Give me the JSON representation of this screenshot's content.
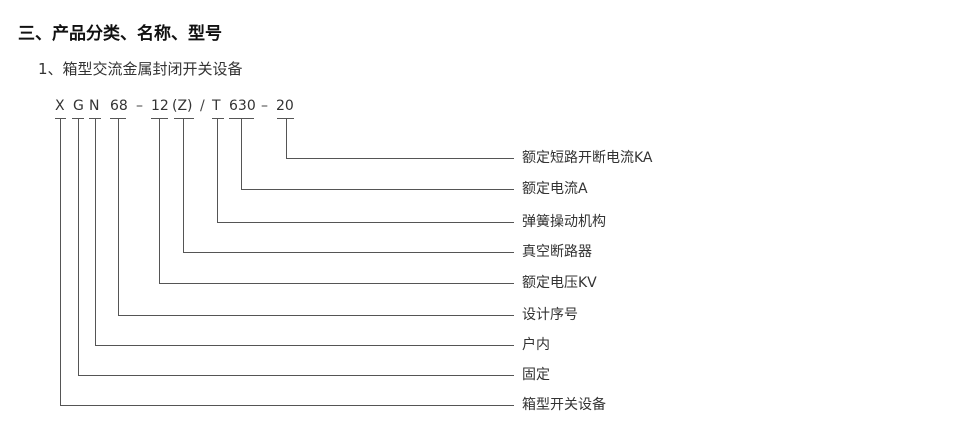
{
  "section_title": "三、产品分类、名称、型号",
  "subsection_title": "1、箱型交流金属封闭开关设备",
  "model_code": {
    "segments": [
      "X",
      "G",
      "N",
      "68",
      "12",
      "(Z)",
      "T",
      "630",
      "20"
    ],
    "separators": {
      "dash_1": "–",
      "slash": "/",
      "dash_2": "–"
    }
  },
  "legend": [
    "额定短路开断电流KA",
    "额定电流A",
    "弹簧操动机构",
    "真空断路器",
    "额定电压KV",
    "设计序号",
    "户内",
    "固定",
    "箱型开关设备"
  ],
  "colors": {
    "text": "#333333",
    "line": "#555555"
  }
}
